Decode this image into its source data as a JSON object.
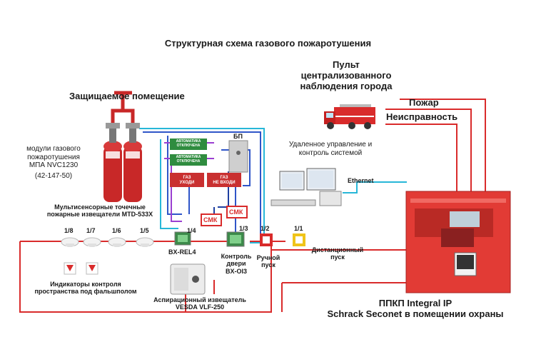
{
  "title": "Структурная схема газового пожаротушения",
  "protected_room": "Защищаемое помещение",
  "central_monitoring": [
    "Пульт",
    "централизованного",
    "наблюдения города"
  ],
  "fire_signal": "Пожар",
  "fault_signal": "Неисправность",
  "remote_control": [
    "Удаленное управление и",
    "контроль системой"
  ],
  "ethernet": "Ethernet",
  "gas_modules": [
    "модули газового",
    "пожаротушения",
    "МПА  NVC1230",
    "(42-147-50)"
  ],
  "detectors": [
    "Мультисенсорные точечные",
    "пожарные извещатели МТD-533Х"
  ],
  "addresses": [
    "1/8",
    "1/7",
    "1/6",
    "1/5",
    "1/4",
    "1/3",
    "1/2",
    "1/1"
  ],
  "indicators": [
    "Индикаторы контроля",
    "пространства под фальшполом"
  ],
  "bx_rel4": "BX-REL4",
  "door_control": [
    "Контроль",
    "двери",
    "BX-OI3"
  ],
  "manual_start": [
    "Ручной",
    "пуск"
  ],
  "remote_start": [
    "Дистанционный",
    "пуск"
  ],
  "aspiration": [
    "Аспирационный извещатель",
    "VESDA VLF-250"
  ],
  "panel_caption": [
    "ППКП Integral IP",
    "Schrack Seconet в помещении охраны"
  ],
  "bp": "БП",
  "smk": "СМК",
  "boards": {
    "auto_off": [
      "АВТОМАТИКА",
      "ОТКЛЮЧЕНА"
    ],
    "gas_leave": [
      "ГАЗ",
      "УХОДИ"
    ],
    "gas_no_enter": [
      "ГАЗ",
      "НЕ ВХОДИ"
    ]
  },
  "colors": {
    "red_line": "#d92b2b",
    "blue_line": "#2f55c8",
    "cyan_line": "#27b7d8",
    "purple_line": "#9b3fd1",
    "panel_red": "#e23b35",
    "cylinder_red": "#c82828",
    "board_green": "#2f8c3f",
    "board_red": "#c93030"
  }
}
